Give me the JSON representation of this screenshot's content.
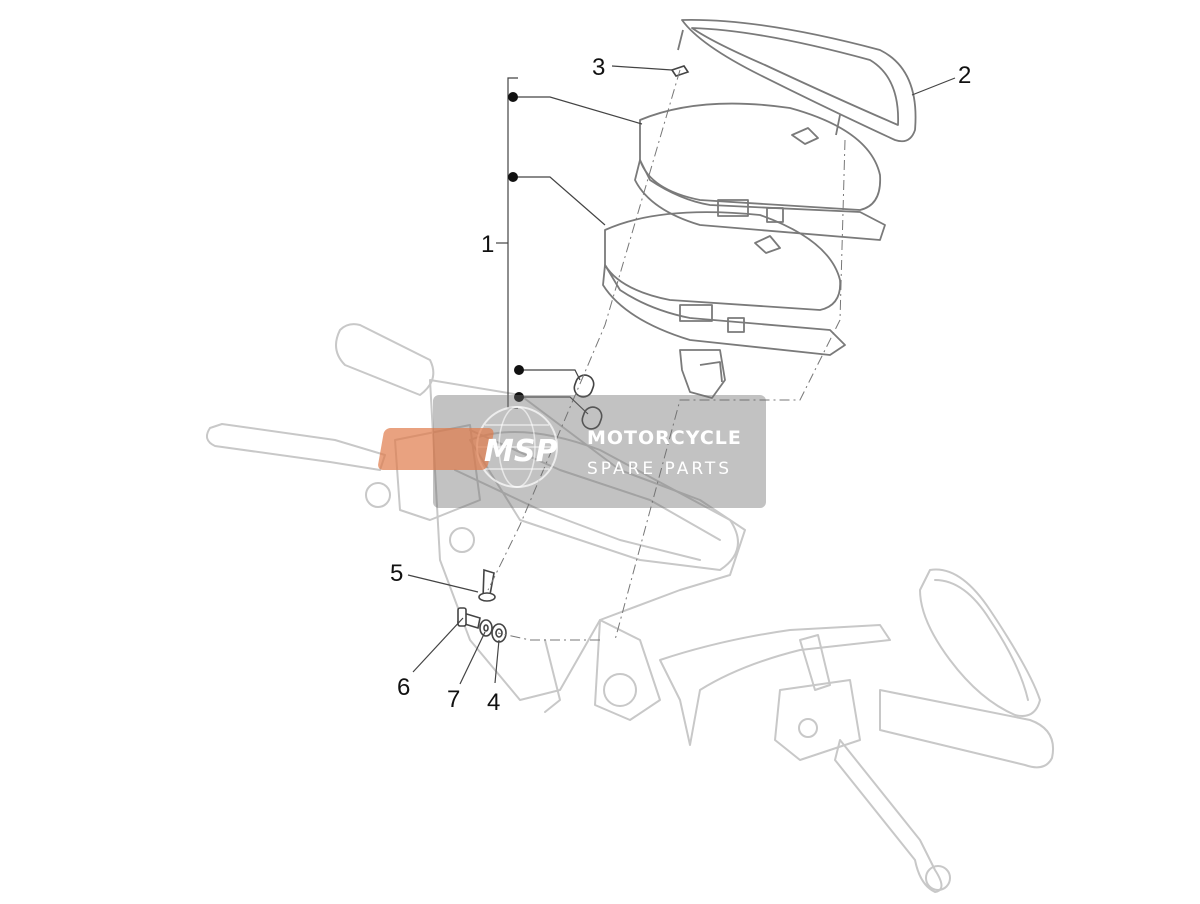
{
  "diagram": {
    "callouts": {
      "c1": "1",
      "c2": "2",
      "c3": "3",
      "c4": "4",
      "c5": "5",
      "c6": "6",
      "c7": "7"
    },
    "colors": {
      "parts": "#c8c8c8",
      "detail": "#7a7a7a",
      "leader": "#444444",
      "watermark_panel": "#6e6e6e",
      "watermark_logo": "#e07a4a"
    }
  },
  "watermark": {
    "logo_text": "MSP",
    "title": "MOTORCYCLE",
    "subtitle": "SPARE PARTS"
  }
}
